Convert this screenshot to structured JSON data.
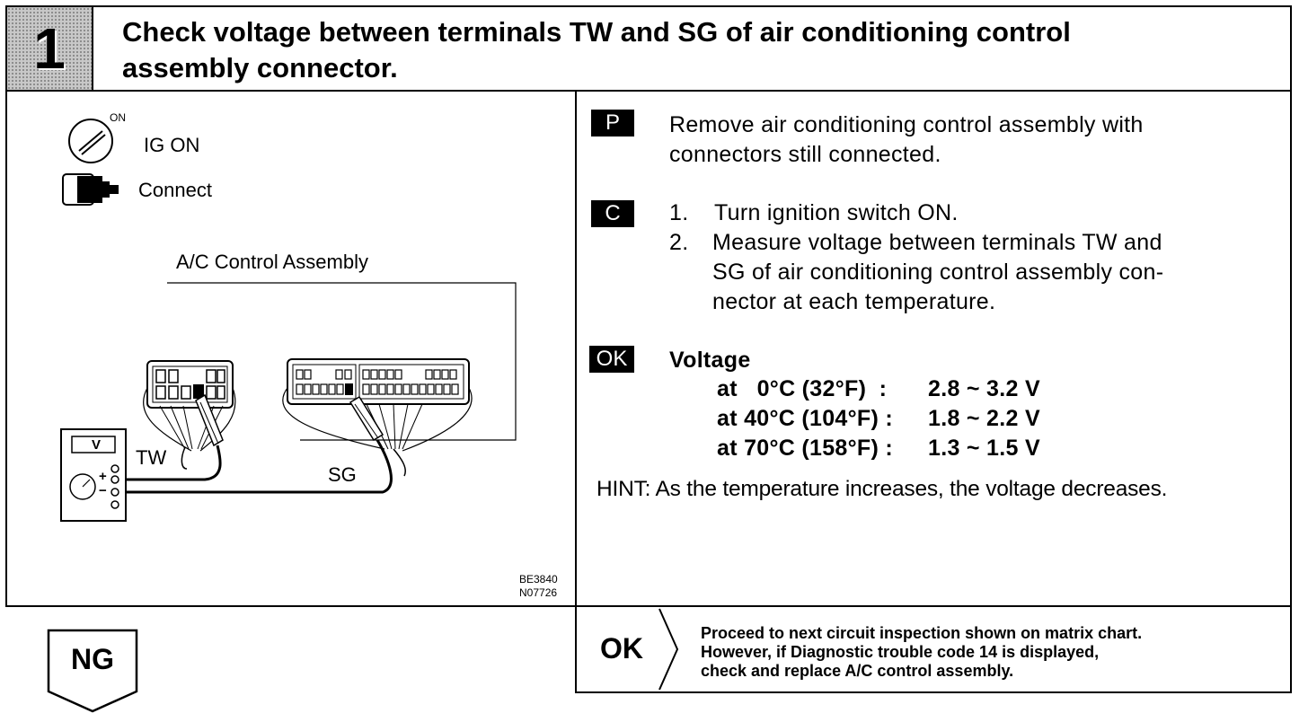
{
  "header": {
    "step_number": "1",
    "title_line1": "Check voltage between terminals TW and SG of air conditioning control",
    "title_line2": "assembly connector."
  },
  "diagram": {
    "ignition_label": "IG ON",
    "ignition_on_mark": "ON",
    "connect_label": "Connect",
    "assembly_label": "A/C Control Assembly",
    "meter_label": "V",
    "plus_sign": "+",
    "minus_sign": "−",
    "tw_label": "TW",
    "sg_label": "SG",
    "figure_code_1": "BE3840",
    "figure_code_2": "N07726"
  },
  "procedure": {
    "p_badge": "P",
    "p_line1": "Remove air conditioning control assembly with",
    "p_line2": "connectors still connected.",
    "c_badge": "C",
    "step1_num": "1.",
    "step1_text": "Turn ignition switch ON.",
    "step2_num": "2.",
    "step2_line1": "Measure voltage between terminals TW and",
    "step2_line2": "SG of air conditioning control assembly con-",
    "step2_line3": "nector at each temperature.",
    "ok_badge": "OK",
    "voltage_title": "Voltage",
    "rows": [
      {
        "temp": "at   0°C (32°F)  :",
        "value": "2.8 ~ 3.2 V"
      },
      {
        "temp": "at 40°C (104°F) :",
        "value": "1.8 ~ 2.2 V"
      },
      {
        "temp": "at 70°C (158°F) :",
        "value": "1.3 ~ 1.5 V"
      }
    ],
    "hint": "HINT: As the temperature increases, the voltage decreases."
  },
  "result": {
    "ng_label": "NG",
    "ok_label": "OK",
    "ok_line1": "Proceed to next circuit inspection shown on matrix chart.",
    "ok_line2": "However, if Diagnostic trouble code 14 is displayed,",
    "ok_line3": "check and replace A/C control assembly."
  }
}
